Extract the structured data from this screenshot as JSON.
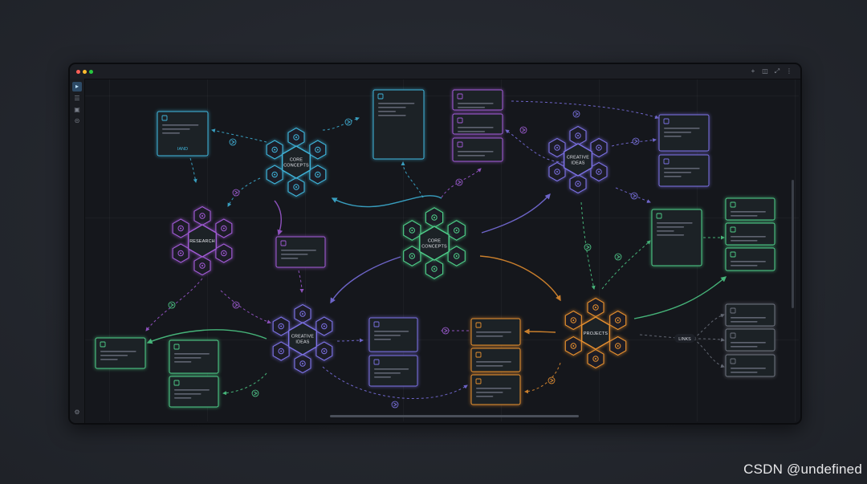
{
  "window": {
    "traffic_lights": [
      "#ff5f57",
      "#febc2e",
      "#28c840"
    ],
    "controls": [
      {
        "name": "add",
        "glyph": "+"
      },
      {
        "name": "split-view",
        "glyph": "◫"
      },
      {
        "name": "expand",
        "glyph": "⤢"
      },
      {
        "name": "more",
        "glyph": "⋮"
      }
    ]
  },
  "sidebar": {
    "tools": [
      {
        "name": "select-tool",
        "glyph": "▸",
        "active": true
      },
      {
        "name": "menu-tool",
        "glyph": "☰",
        "active": false
      },
      {
        "name": "panel-tool",
        "glyph": "▣",
        "active": false
      },
      {
        "name": "link-tool",
        "glyph": "⊝",
        "active": false
      }
    ],
    "settings_glyph": "⚙"
  },
  "colors": {
    "cyan": "#3fb6dc",
    "green": "#4fd08a",
    "purple": "#a35bd8",
    "violet": "#7d72e6",
    "orange": "#e9912f",
    "grey": "#6f7480"
  },
  "clusters": [
    {
      "id": "core-concepts-main",
      "lines": [
        "CORE",
        "CONCEPTS"
      ],
      "color": "green",
      "icons": [
        "target-icon",
        "atom-icon",
        "lightbulb-icon",
        "flask-icon",
        "cube-icon",
        "gear-icon"
      ]
    },
    {
      "id": "core-concepts-top",
      "lines": [
        "CORE",
        "CONCEPTS"
      ],
      "color": "cyan",
      "icons": [
        "brain-icon",
        "graph-icon",
        "atom-icon",
        "molecule-icon",
        "gear-icon",
        "refresh-icon"
      ]
    },
    {
      "id": "creative-ideas-top",
      "lines": [
        "CREATIVE",
        "IDEAS"
      ],
      "color": "violet",
      "icons": [
        "palette-icon",
        "lightbulb-icon",
        "image-icon",
        "list-icon",
        "rocket-icon",
        "star-icon"
      ]
    },
    {
      "id": "research",
      "lines": [
        "RESEARCH"
      ],
      "color": "purple",
      "icons": [
        "book-icon",
        "search-icon",
        "browser-icon",
        "atom-icon",
        "monitor-icon",
        "gear-icon"
      ]
    },
    {
      "id": "creative-ideas-bottom",
      "lines": [
        "CREATIVE",
        "IDEAS"
      ],
      "color": "violet",
      "icons": [
        "rocket-icon",
        "target-icon",
        "grid-icon",
        "gear-icon",
        "package-icon",
        "calendar-icon"
      ]
    },
    {
      "id": "projects",
      "lines": [
        "PROJECTS"
      ],
      "color": "orange",
      "icons": [
        "flask-icon",
        "building-icon",
        "card-icon",
        "chart-icon",
        "gear-icon",
        "cube-icon"
      ]
    }
  ],
  "cards": [
    {
      "id": "card-notes-top-left",
      "color": "cyan",
      "label": "IAND",
      "icon": "globe-icon"
    },
    {
      "id": "card-tall-center",
      "color": "cyan",
      "label": "",
      "icon": "frame-icon"
    }
  ],
  "links_label": "LINKS",
  "watermark": "CSDN @undefined"
}
